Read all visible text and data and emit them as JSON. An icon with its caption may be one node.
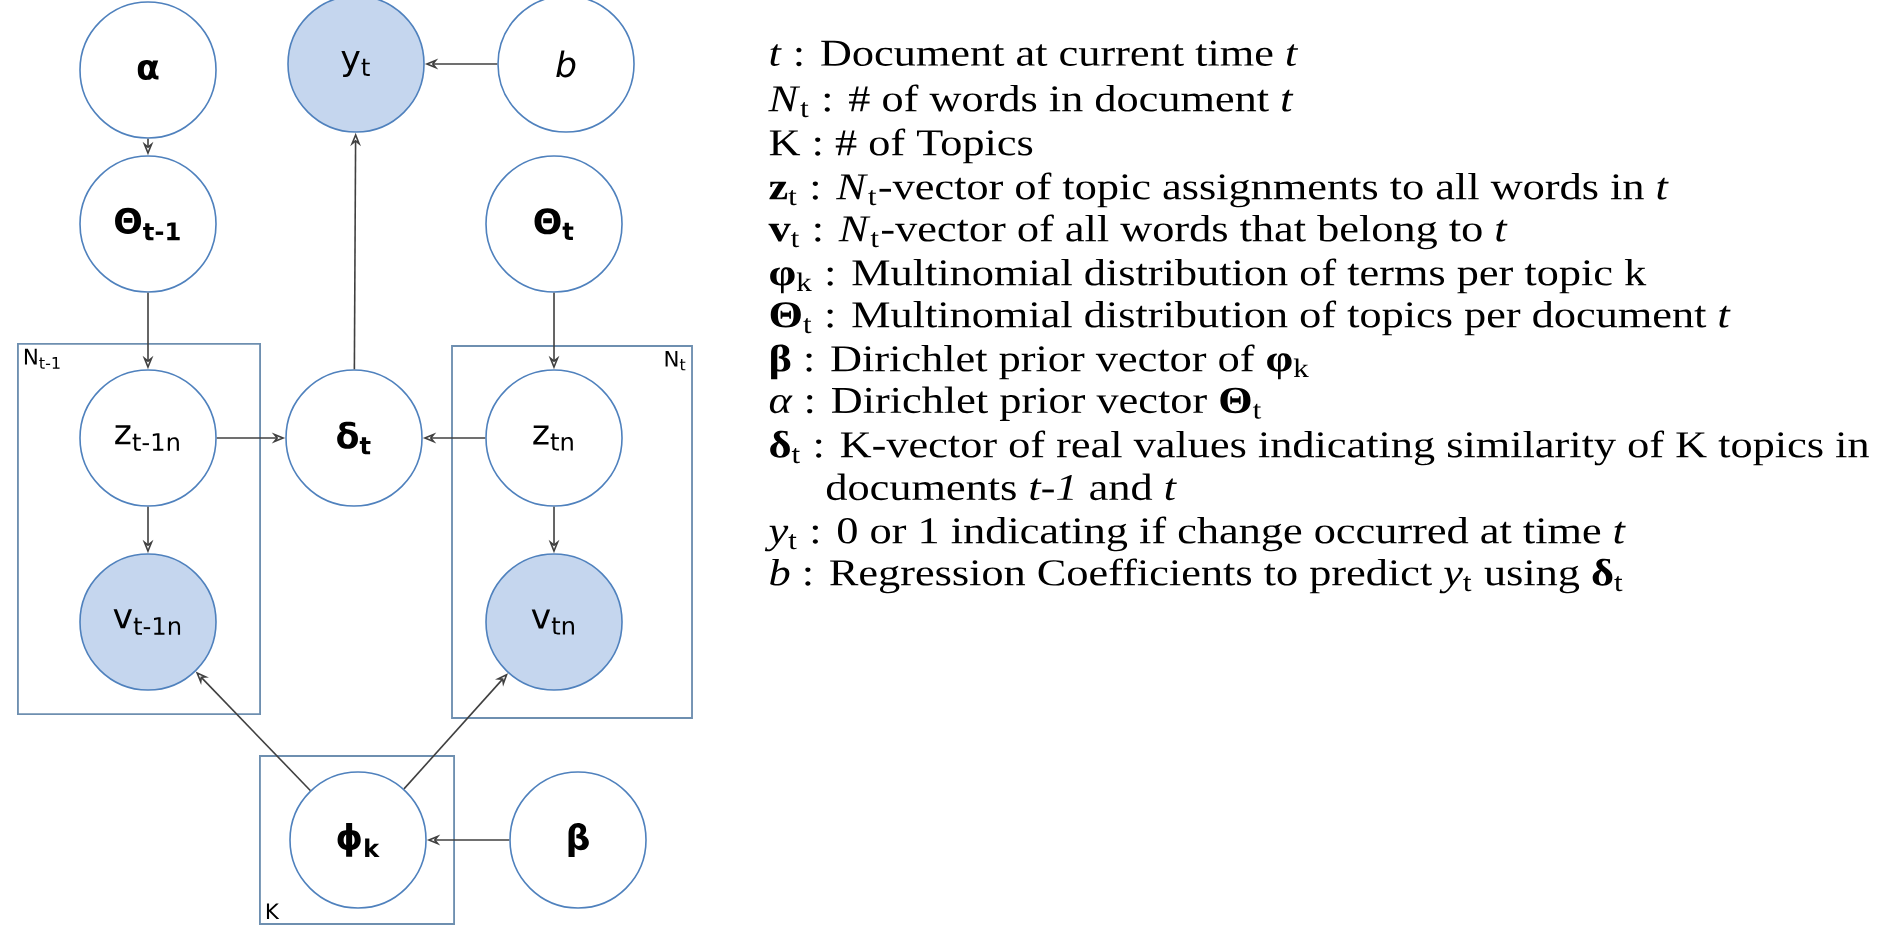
{
  "diagram": {
    "nodes": [
      {
        "text": [
          "α"
        ]
      },
      {
        "text": [
          "y$_{t}$"
        ]
      },
      {
        "text": [
          "b"
        ]
      },
      {
        "text": [
          "Θ$_{t-1}$"
        ]
      },
      {
        "text": [
          "Θ$_{t}$"
        ]
      },
      {
        "text": [
          "N$_{t-1}$"
        ]
      },
      {
        "text": [
          "z$_{t-1n}$"
        ],
        "in": 5
      },
      {
        "text": [
          "δ$_{t}$"
        ]
      },
      {
        "text": [
          "N$_{t}$"
        ]
      },
      {
        "text": [
          "z$_{tn}$"
        ],
        "in": 8
      },
      {
        "text": [
          "v$_{t-1n}$"
        ],
        "in": 5
      },
      {
        "text": [
          "v$_{tn}$"
        ],
        "in": 8
      },
      {
        "text": [
          "K"
        ]
      },
      {
        "text": [
          "ϕ$_{k}$"
        ],
        "in": 12
      },
      {
        "text": [
          "β"
        ]
      }
    ],
    "edges": [
      {
        "from": 0,
        "to": 3,
        "arrow": "to"
      },
      {
        "from": 2,
        "to": 1,
        "arrow": "to"
      },
      {
        "from": 3,
        "to": 6,
        "arrow": "to"
      },
      {
        "from": 4,
        "to": 9,
        "arrow": "to"
      },
      {
        "from": 6,
        "to": 7,
        "arrow": "to"
      },
      {
        "from": 9,
        "to": 7,
        "arrow": "to"
      },
      {
        "from": 7,
        "to": 1,
        "arrow": "to"
      },
      {
        "from": 6,
        "to": 10,
        "arrow": "to"
      },
      {
        "from": 9,
        "to": 11,
        "arrow": "to"
      },
      {
        "from": 13,
        "to": 10,
        "arrow": "to"
      },
      {
        "from": 13,
        "to": 11,
        "arrow": "to"
      },
      {
        "from": 14,
        "to": 13,
        "arrow": "to"
      }
    ],
    "labels": [
      "*t* : Document at current time *t*",
      "*N*$_{t}$ : # of words in document *t*",
      "K : # of Topics",
      "**z**$_{t}$ : *N*$_{t}$-vector of topic assignments to all words in *t*",
      "**v**$_{t}$ : *N*$_{t}$-vector of all words that belong to *t*",
      "**φ**$_{k}$ : Multinomial distribution of terms per topic k",
      "**Θ**$_{t}$ : Multinomial distribution of topics per document *t*",
      "**β** : Dirichlet prior vector of **φ**$_{k}$",
      "*α* : Dirichlet prior vector **Θ**$_{t}$",
      "**δ**$_{t}$ : K-vector of real values indicating similarity of K topics in documents *t-1* and *t*",
      "*y*$_{t}$ : 0 or 1 indicating if change occurred at time *t*",
      "*b* : Regression Coefficients to predict *y*$_{t}$ using **δ**$_{t}$"
    ]
  }
}
